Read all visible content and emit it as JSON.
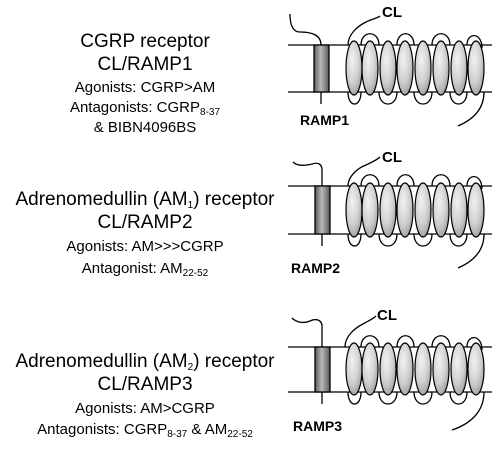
{
  "receptors": [
    {
      "title_line1": "CGRP receptor",
      "title_line2": "CL/RAMP1",
      "agonist_prefix": "Agonists: ",
      "agonist_value": "CGRP>AM",
      "antagonist_prefix": "Antagonists: ",
      "antagonist_main": "CGRP",
      "antagonist_sub": "8-37",
      "antagonist_line2": "& BIBN4096BS",
      "ramp_label": "RAMP1",
      "cl_label": "CL"
    },
    {
      "title_main": "Adrenomedullin (AM",
      "title_subscript": "1",
      "title_suffix": ") receptor",
      "title_line2": "CL/RAMP2",
      "agonist_prefix": "Agonists: ",
      "agonist_value": "AM>>>CGRP",
      "antagonist_prefix": "Antagonist: ",
      "antagonist_main": "AM",
      "antagonist_sub": "22-52",
      "ramp_label": "RAMP2",
      "cl_label": "CL"
    },
    {
      "title_main": "Adrenomedullin (AM",
      "title_subscript": "2",
      "title_suffix": ") receptor",
      "title_line2": "CL/RAMP3",
      "agonist_prefix": "Agonists: ",
      "agonist_value": "AM>CGRP",
      "antagonist_prefix": "Antagonists: ",
      "antagonist_main": "CGRP",
      "antagonist_sub": "8-37",
      "antagonist_mid": " & AM",
      "antagonist_sub2": "22-52",
      "ramp_label": "RAMP3",
      "cl_label": "CL"
    }
  ]
}
